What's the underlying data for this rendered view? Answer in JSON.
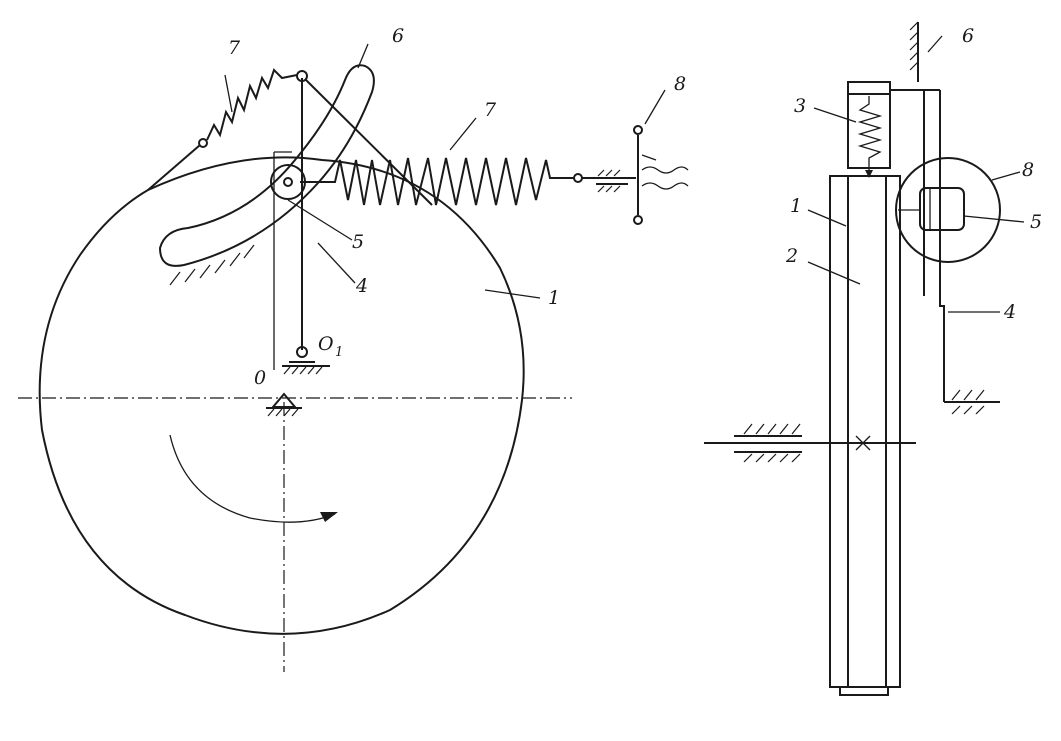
{
  "labels": {
    "left": {
      "spring_left": "7",
      "guide": "6",
      "spring_right": "7",
      "clutch": "8",
      "roller": "5",
      "lever": "4",
      "disk": "1",
      "pivot_o1": "O",
      "pivot_o1_sub": "1",
      "center_o": "0"
    },
    "right": {
      "guide": "6",
      "spring": "3",
      "disk_outer": "1",
      "disk_inner": "2",
      "clutch": "8",
      "roller": "5",
      "lever": "4"
    }
  }
}
